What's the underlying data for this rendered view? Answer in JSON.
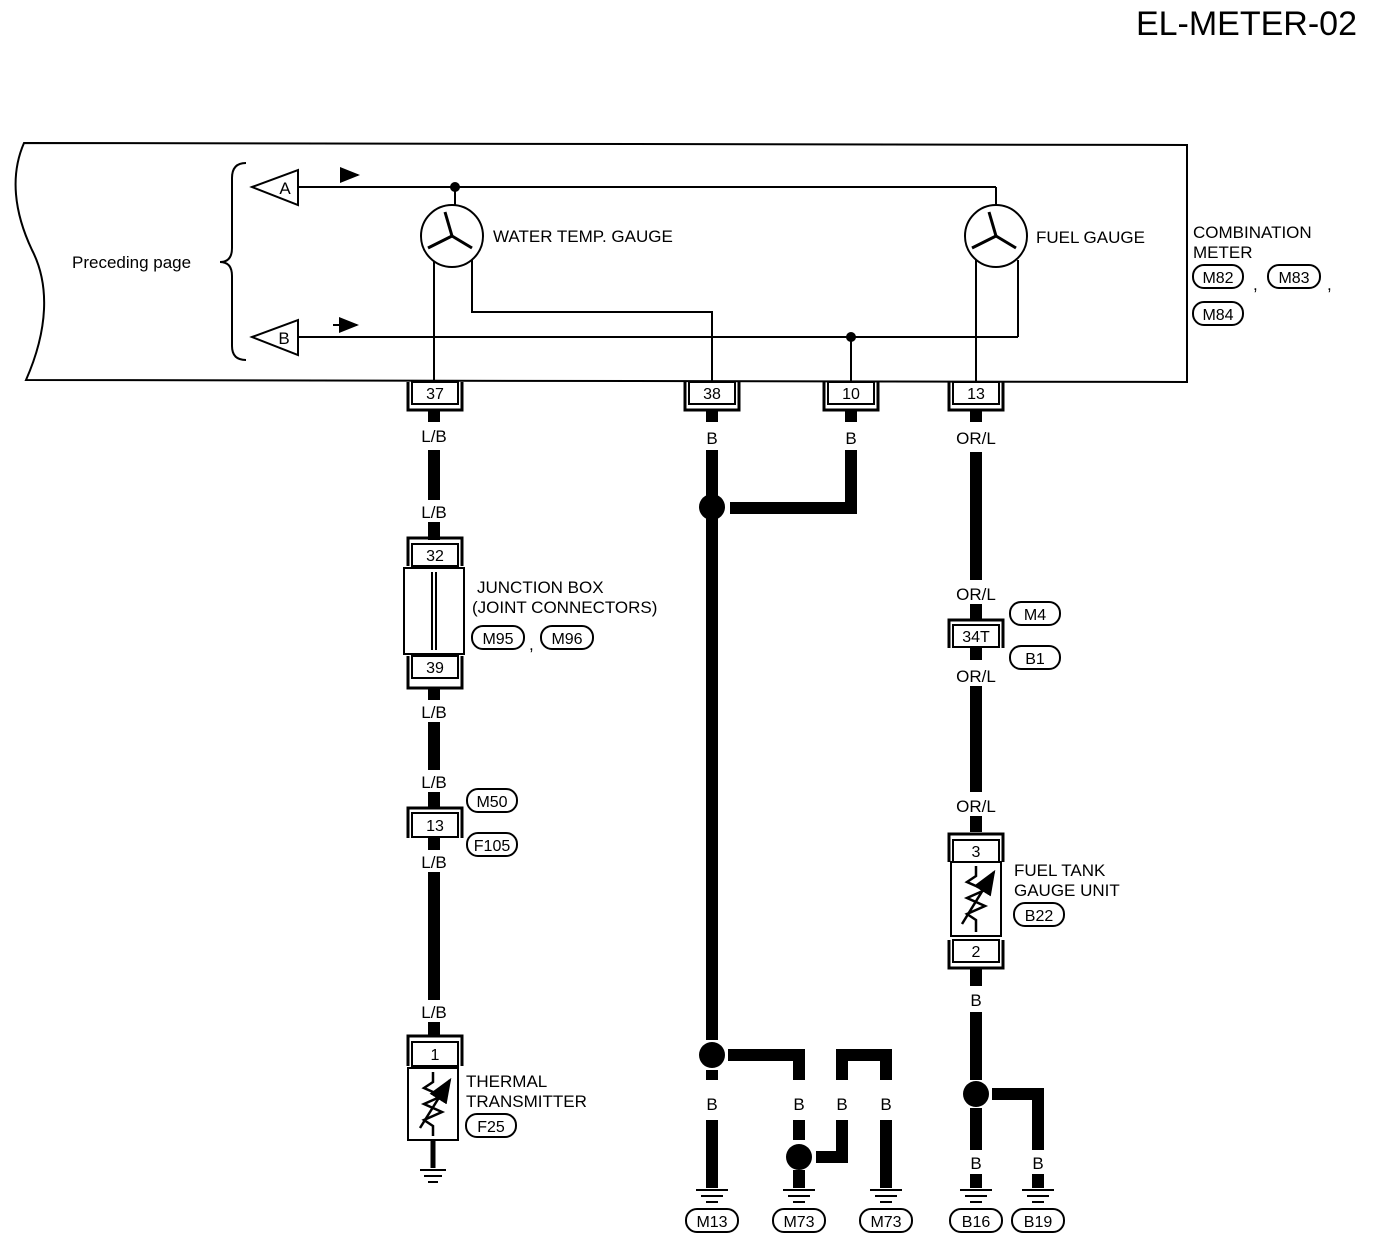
{
  "title": "EL-METER-02",
  "preceding_page": "Preceding page",
  "arrows": {
    "a": "A",
    "b": "B"
  },
  "gauges": {
    "water": "WATER TEMP. GAUGE",
    "fuel": "FUEL GAUGE"
  },
  "combination_meter": {
    "line1": "COMBINATION",
    "line2": "METER",
    "codes": [
      "M82",
      "M83",
      "M84"
    ]
  },
  "meter_pins": [
    "37",
    "38",
    "10",
    "13"
  ],
  "junction_box": {
    "line1": "JUNCTION BOX",
    "line2": "(JOINT CONNECTORS)",
    "codes": [
      "M95",
      "M96"
    ],
    "pin_top": "32",
    "pin_bottom": "39"
  },
  "connector_13": {
    "pin": "13",
    "codes": [
      "M50",
      "F105"
    ]
  },
  "connector_34t": {
    "pin": "34T",
    "codes": [
      "M4",
      "B1"
    ]
  },
  "thermal": {
    "line1": "THERMAL",
    "line2": "TRANSMITTER",
    "code": "F25",
    "pin": "1"
  },
  "fuel_tank": {
    "line1": "FUEL TANK",
    "line2": "GAUGE UNIT",
    "code": "B22",
    "pin_top": "3",
    "pin_bottom": "2"
  },
  "wire_colors": {
    "lb": "L/B",
    "b": "B",
    "orl": "OR/L"
  },
  "grounds": [
    "M13",
    "M73",
    "M73",
    "B16",
    "B19"
  ]
}
